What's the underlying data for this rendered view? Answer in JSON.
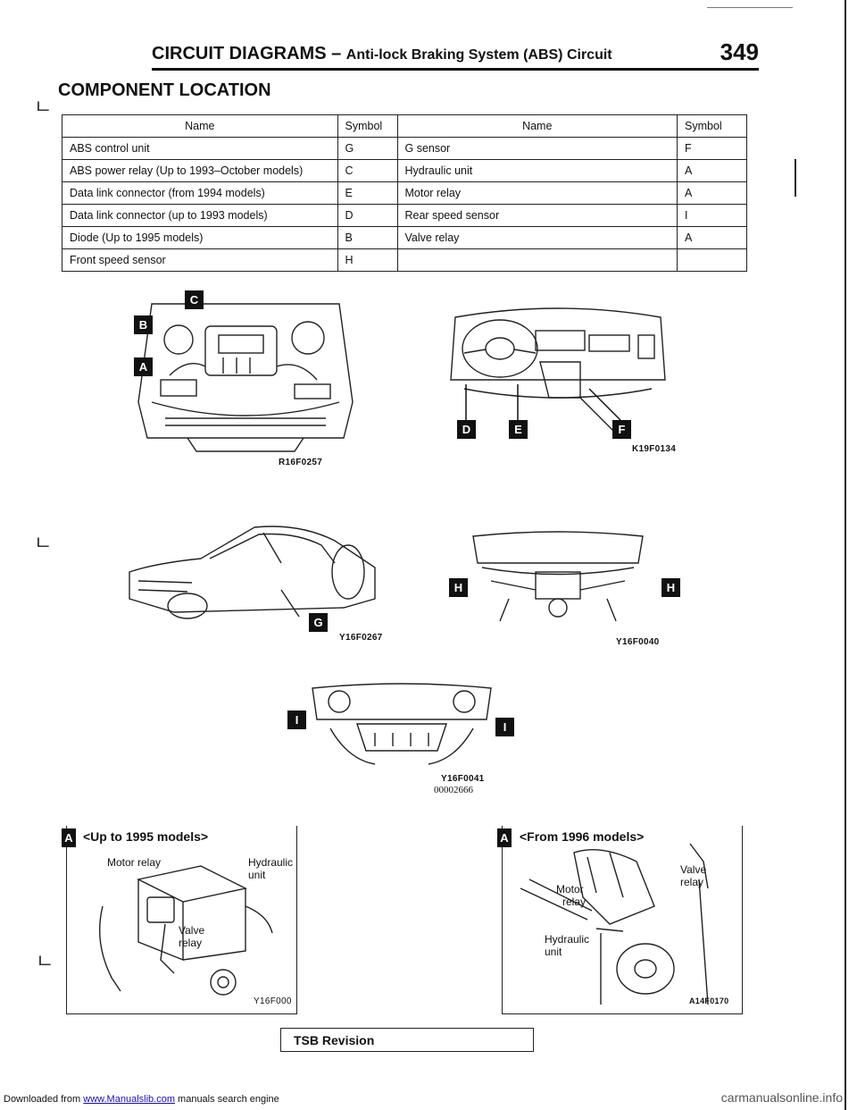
{
  "header": {
    "title": "CIRCUIT DIAGRAMS",
    "separator": "–",
    "subtitle": "Anti-lock Braking System (ABS) Circuit",
    "page_number": "349"
  },
  "section_title": "COMPONENT LOCATION",
  "table": {
    "headers": [
      "Name",
      "Symbol",
      "Name",
      "Symbol"
    ],
    "rows": [
      {
        "name_left": "ABS control unit",
        "symbol_left": "G",
        "name_right": "G sensor",
        "symbol_right": "F"
      },
      {
        "name_left": "ABS power relay (Up to 1993–October models)",
        "symbol_left": "C",
        "name_right": "Hydraulic unit",
        "symbol_right": "A"
      },
      {
        "name_left": "Data link connector (from 1994 models)",
        "symbol_left": "E",
        "name_right": "Motor relay",
        "symbol_right": "A"
      },
      {
        "name_left": "Data link connector (up to 1993 models)",
        "symbol_left": "D",
        "name_right": "Rear speed sensor",
        "symbol_right": "I"
      },
      {
        "name_left": "Diode (Up to 1995 models)",
        "symbol_left": "B",
        "name_right": "Valve relay",
        "symbol_right": "A"
      },
      {
        "name_left": "Front speed sensor",
        "symbol_left": "H",
        "name_right": "",
        "symbol_right": ""
      }
    ]
  },
  "figures": {
    "engine": {
      "code": "R16F0257",
      "markers": [
        "C",
        "B",
        "A"
      ]
    },
    "dashboard": {
      "code": "K19F0134",
      "markers": [
        "D",
        "E",
        "F"
      ]
    },
    "car": {
      "code": "Y16F0267",
      "markers": [
        "G"
      ]
    },
    "front_under": {
      "code": "Y16F0040",
      "markers": [
        "H",
        "H"
      ]
    },
    "rear_under": {
      "code": "Y16F0041",
      "markers": [
        "I",
        "I"
      ],
      "number": "00002666"
    }
  },
  "panels": {
    "left": {
      "marker": "A",
      "title": "<Up to 1995 models>",
      "labels": {
        "motor": "Motor relay",
        "hydraulic_1": "Hydraulic",
        "hydraulic_2": "unit",
        "valve_1": "Valve",
        "valve_2": "relay"
      },
      "code": "Y16F000"
    },
    "right": {
      "marker": "A",
      "title": "<From 1996 models>",
      "labels": {
        "valve_1": "Valve",
        "valve_2": "relay",
        "motor_1": "Motor",
        "motor_2": "relay",
        "hydraulic_1": "Hydraulic",
        "hydraulic_2": "unit"
      },
      "code": "A14F0170"
    }
  },
  "tsb": "TSB Revision",
  "footer": {
    "prefix": "Downloaded from ",
    "link": "www.Manualslib.com",
    "suffix": " manuals search engine",
    "watermark": "carmanualsonline.info"
  },
  "colors": {
    "ink": "#111111",
    "link": "#1a0dab"
  }
}
